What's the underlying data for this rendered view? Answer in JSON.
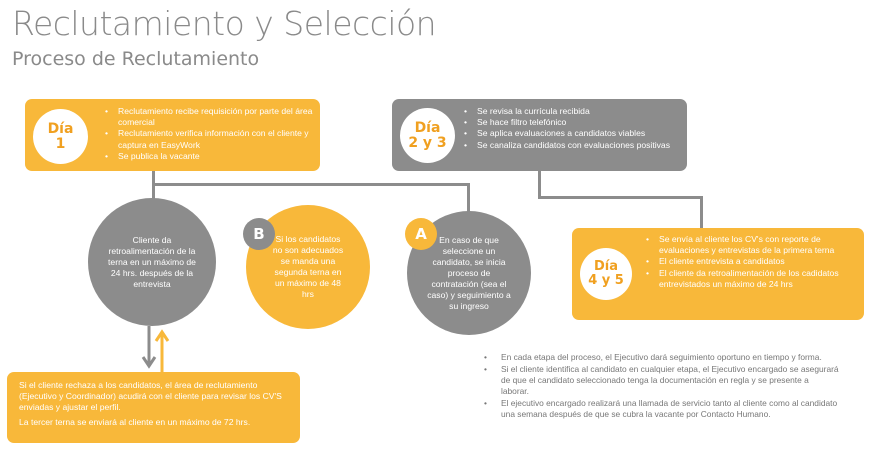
{
  "header": {
    "title": "Reclutamiento y Selección",
    "subtitle": "Proceso de Reclutamiento"
  },
  "day1": {
    "label_line1": "Día",
    "label_line2": "1",
    "bullets": [
      "Reclutamiento recibe requisición por parte del área comercial",
      "Reclutamiento verifica información con el cliente y captura en EasyWork",
      "Se publica la vacante"
    ]
  },
  "day23": {
    "label_line1": "Día",
    "label_line2": "2 y 3",
    "bullets": [
      "Se revisa la currícula recibida",
      "Se hace filtro telefónico",
      "Se aplica evaluaciones a candidatos viables",
      "Se canaliza candidatos con evaluaciones positivas"
    ]
  },
  "day45": {
    "label_line1": "Día",
    "label_line2": "4 y 5",
    "bullets": [
      "Se envía al cliente los CV's con reporte de evaluaciones y entrevistas de la primera terna",
      "El cliente entrevista a candidatos",
      "El cliente da retroalimentación de los cadidatos entrevistados un máximo de 24 hrs"
    ]
  },
  "circle_left": {
    "text": "Cliente da retroalimentación de la terna en un máximo de 24 hrs. después de la entrevista"
  },
  "circle_b": {
    "badge": "B",
    "text": "Si los candidatos no son adecuados se manda una segunda terna en un máximo de 48 hrs"
  },
  "circle_a": {
    "badge": "A",
    "text": "En caso de que seleccione un candidato, se inicia proceso de contratación (sea el caso) y seguimiento a su ingreso"
  },
  "bottom_box": {
    "para1": "Si el cliente rechaza a los candidatos, el área de reclutamiento (Ejecutivo y Coordinador) acudirá con el cliente para revisar los CV'S enviadas y ajustar el perfil.",
    "para2": "La tercer terna se enviará al cliente en un máximo de 72 hrs."
  },
  "notes": [
    "En cada etapa del proceso, el Ejecutivo dará seguimiento oportuno en tiempo y forma.",
    "Si el cliente identifica al candidato en cualquier etapa, el Ejecutivo encargado se asegurará de que el candidato seleccionado tenga la documentación en regla y se presente a laborar.",
    "El ejecutivo encargado realizará una llamada de servicio tanto al cliente como al candidato una semana después de que se cubra la vacante por Contacto Humano."
  ],
  "colors": {
    "yellow": "#f8b83a",
    "gray": "#8c8c8c",
    "title_gray": "#8a8a8a"
  }
}
